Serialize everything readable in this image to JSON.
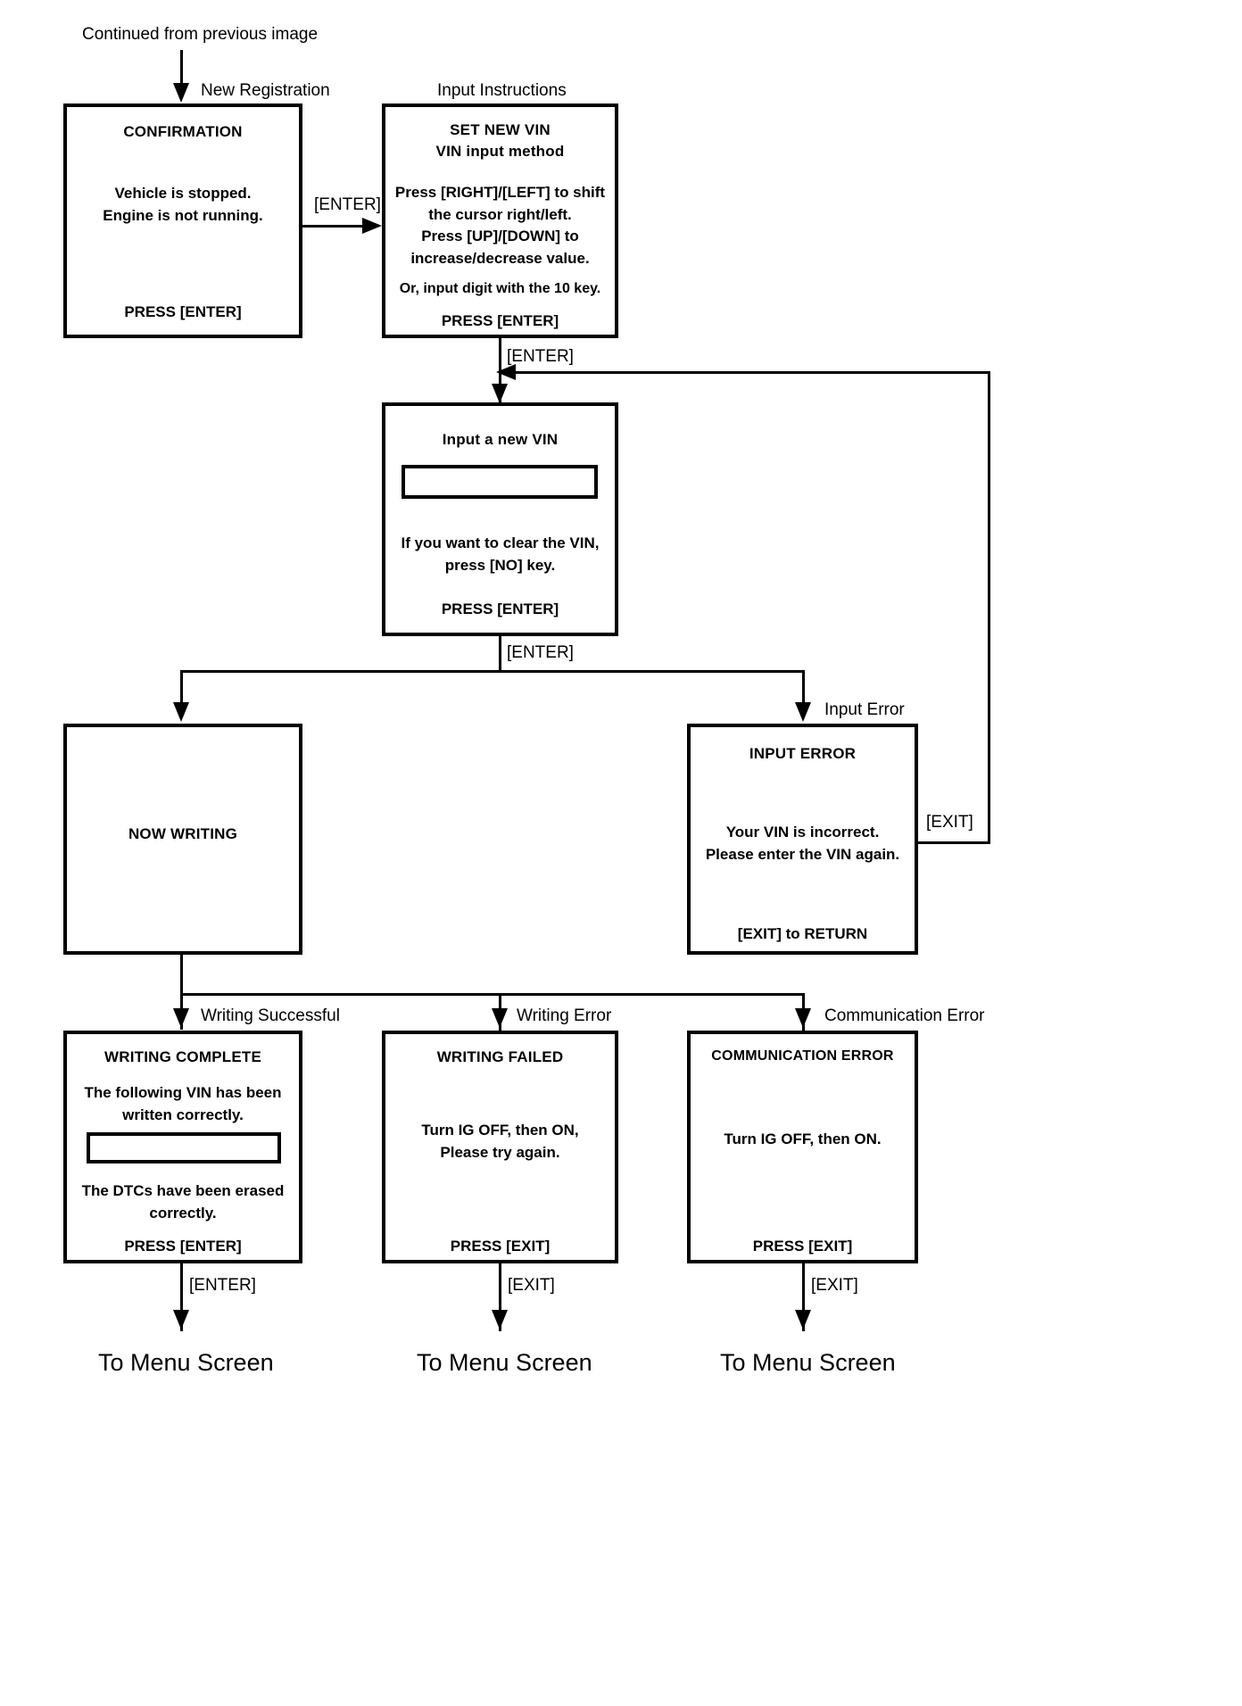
{
  "diagram": {
    "start_label": "Continued from previous image",
    "terminals": [
      {
        "id": "menu-1",
        "label": "To Menu Screen"
      },
      {
        "id": "menu-2",
        "label": "To Menu Screen"
      },
      {
        "id": "menu-3",
        "label": "To Menu Screen"
      }
    ],
    "branch_labels": {
      "new_registration": "New Registration",
      "input_instructions": "Input Instructions",
      "input_error": "Input Error",
      "writing_successful": "Writing Successful",
      "writing_error": "Writing Error",
      "communication_error": "Communication Error"
    },
    "edge_labels": {
      "enter_1": "[ENTER]",
      "enter_2": "[ENTER]",
      "enter_3": "[ENTER]",
      "exit_loop": "[EXIT]",
      "enter_complete": "[ENTER]",
      "exit_failed": "[EXIT]",
      "exit_comm": "[EXIT]"
    },
    "nodes": {
      "confirmation": {
        "title": "CONFIRMATION",
        "body": [
          "Vehicle is stopped.",
          "Engine is not running."
        ],
        "footer": "PRESS [ENTER]"
      },
      "set_new_vin": {
        "title": [
          "SET NEW VIN",
          "VIN input method"
        ],
        "body": [
          "Press [RIGHT]/[LEFT] to shift",
          "the cursor right/left.",
          "Press [UP]/[DOWN] to",
          "increase/decrease value."
        ],
        "body2": "Or, input digit with the 10 key.",
        "footer": "PRESS [ENTER]"
      },
      "input_new_vin": {
        "title": "Input a new VIN",
        "field_value": "",
        "body": [
          "If you want to clear the VIN,",
          "press [NO] key."
        ],
        "footer": "PRESS [ENTER]"
      },
      "now_writing": {
        "title": "NOW WRITING"
      },
      "input_error": {
        "title": "INPUT ERROR",
        "body": [
          "Your VIN is incorrect.",
          "Please enter the VIN again."
        ],
        "footer": "[EXIT] to RETURN"
      },
      "writing_complete": {
        "title": "WRITING COMPLETE",
        "body": [
          "The following VIN has been",
          "written correctly."
        ],
        "field_value": "",
        "body2": [
          "The DTCs have been erased",
          "correctly."
        ],
        "footer": "PRESS [ENTER]"
      },
      "writing_failed": {
        "title": "WRITING FAILED",
        "body": [
          "Turn IG OFF, then ON,",
          "Please try again."
        ],
        "footer": "PRESS [EXIT]"
      },
      "communication_error": {
        "title": "COMMUNICATION ERROR",
        "body": [
          "Turn IG OFF, then ON."
        ],
        "footer": "PRESS [EXIT]"
      }
    }
  }
}
